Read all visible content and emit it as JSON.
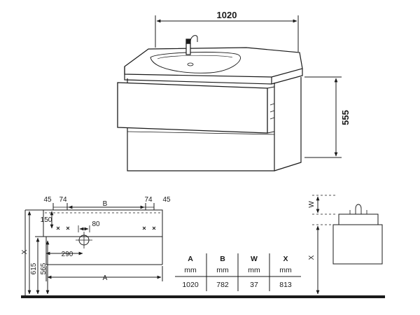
{
  "top_view": {
    "width_label": "1020",
    "height_label": "555"
  },
  "plan_view": {
    "left_offset": "45",
    "left_inner": "74",
    "spacing_label": "B",
    "right_inner": "74",
    "right_offset": "45",
    "depth_150": "150",
    "tap_80": "80",
    "tap_290": "290",
    "total_width_label": "A",
    "x_label": "X",
    "height_615": "615",
    "height_565": "565"
  },
  "side_view": {
    "w_label": "W",
    "x_label": "X"
  },
  "table": {
    "headers": [
      "A",
      "B",
      "W",
      "X"
    ],
    "units": [
      "mm",
      "mm",
      "mm",
      "mm"
    ],
    "values": [
      "1020",
      "782",
      "37",
      "813"
    ]
  }
}
